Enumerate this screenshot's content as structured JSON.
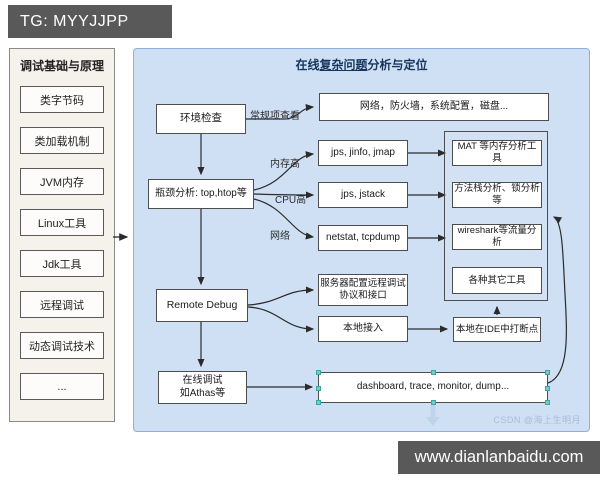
{
  "overlays": {
    "top_left_banner": "TG: MYYJJPP",
    "bottom_right_banner": "www.dianlanbaidu.com",
    "banner_bg": "#595959",
    "banner_text_color": "#ffffff"
  },
  "sidebar": {
    "title": "调试基础与原理",
    "items": [
      "类字节码",
      "类加载机制",
      "JVM内存",
      "Linux工具",
      "Jdk工具",
      "远程调试",
      "动态调试技术",
      "..."
    ]
  },
  "panel": {
    "title_prefix": "在线",
    "title_underlined": "复杂问题",
    "title_suffix": "分析与定位",
    "bg_color": "#cfe0f4",
    "border_color": "#8fb0d8",
    "watermark": "CSDN @海上生明月"
  },
  "flow": {
    "env_check": "环境检查",
    "bottleneck": "瓶颈分析: top,htop等",
    "remote_debug": "Remote Debug",
    "online_debug": "在线调试\n如Athas等",
    "general_result": "网络，防火墙，系统配置，磁盘...",
    "mem_tools": "jps, jinfo, jmap",
    "cpu_tools": "jps, jstack",
    "net_tools": "netstat, tcpdump",
    "mat_tools": "MAT 等内存分析工具",
    "stack_tools": "方法栈分析、锁分析等",
    "wireshark_tools": "wireshark等流量分析",
    "other_tools": "各种其它工具",
    "server_config": "服务器配置远程调试\n协议和接口",
    "local_access": "本地接入",
    "local_ide": "本地在IDE中打断点",
    "dashboard": "dashboard, trace, monitor, dump...",
    "labels": {
      "general_check": "常规项查看",
      "mem_high": "内存高",
      "cpu_high": "CPU高",
      "network": "网络"
    }
  }
}
